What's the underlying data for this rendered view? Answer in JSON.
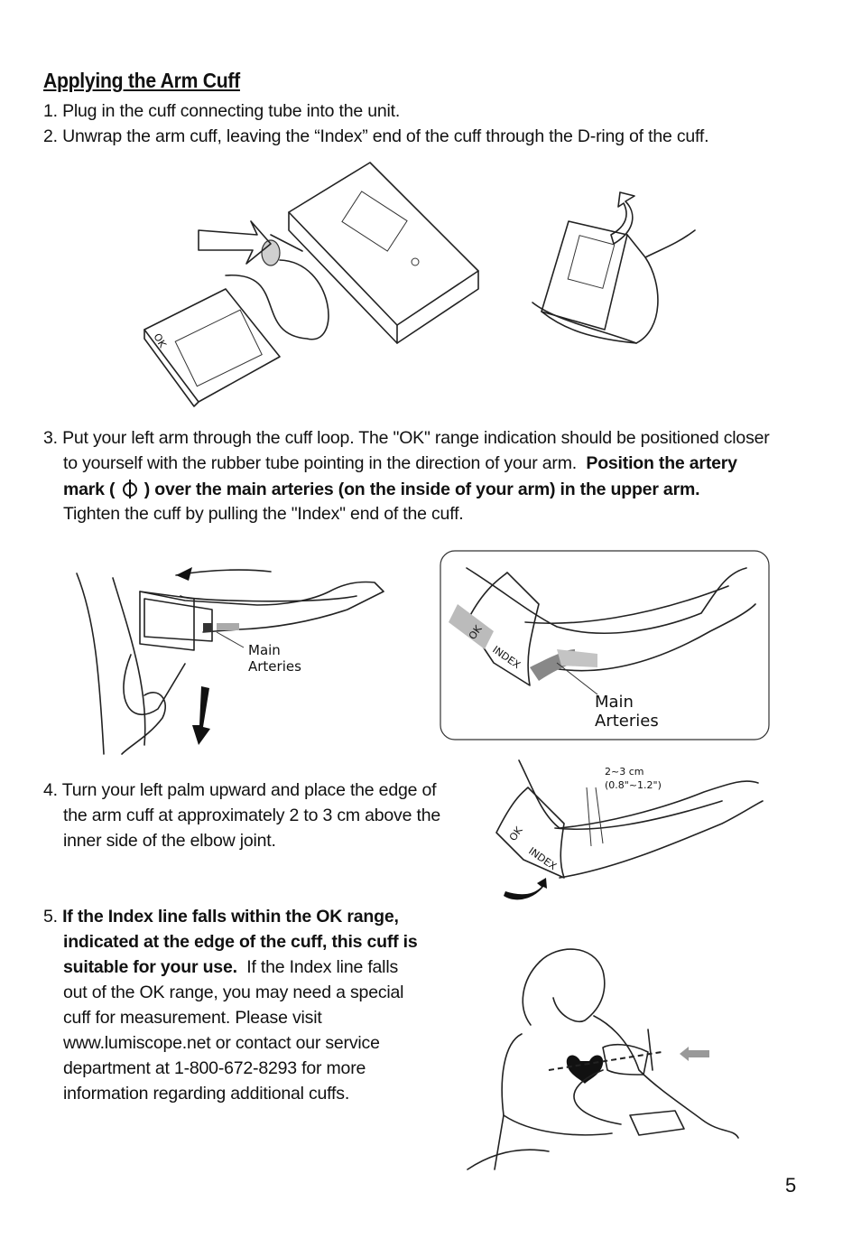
{
  "title": "Applying the Arm Cuff",
  "steps": {
    "s1": "1. Plug in the cuff connecting tube into the unit.",
    "s2": "2. Unwrap the arm cuff, leaving the “Index” end of the cuff through the D-ring of the cuff.",
    "s3_l1": "3. Put your left arm through the cuff loop.  The \"OK\" range indication should be positioned closer",
    "s3_l2_plain": "to yourself with the rubber tube pointing in the direction of your arm.",
    "s3_l2_bold": "Position the artery",
    "s3_l3_a": "mark (",
    "s3_l3_b": ") over the main arteries (on the inside of your arm) in the upper arm.",
    "s3_l4": "Tighten the cuff by pulling the \"Index\" end of the cuff.",
    "s4_l1": "4. Turn your left palm upward and place the edge of",
    "s4_l2": "the arm cuff at approximately 2 to 3 cm above the",
    "s4_l3": "inner side of the elbow joint.",
    "s5_num": "5.",
    "s5_b1": "If the Index line falls within the OK range,",
    "s5_b2": "indicated at the edge of the cuff, this cuff is",
    "s5_b3": "suitable for your use.",
    "s5_p3": "If the Index line falls",
    "s5_p4": "out of the OK range, you may need a special",
    "s5_p5": "cuff for measurement. Please visit",
    "s5_p6": "www.lumiscope.net or contact our service",
    "s5_p7": "department at 1-800-672-8293 for more",
    "s5_p8": "information regarding additional cuffs."
  },
  "figures": {
    "fig3a_label_1": "Main",
    "fig3a_label_2": "Arteries",
    "fig3b_label_1": "Main",
    "fig3b_label_2": "Arteries",
    "cuff_ok": "OK",
    "cuff_index": "INDEX",
    "measure_1": "2~3 cm",
    "measure_2": "(0.8\"~1.2\")"
  },
  "page_number": "5"
}
